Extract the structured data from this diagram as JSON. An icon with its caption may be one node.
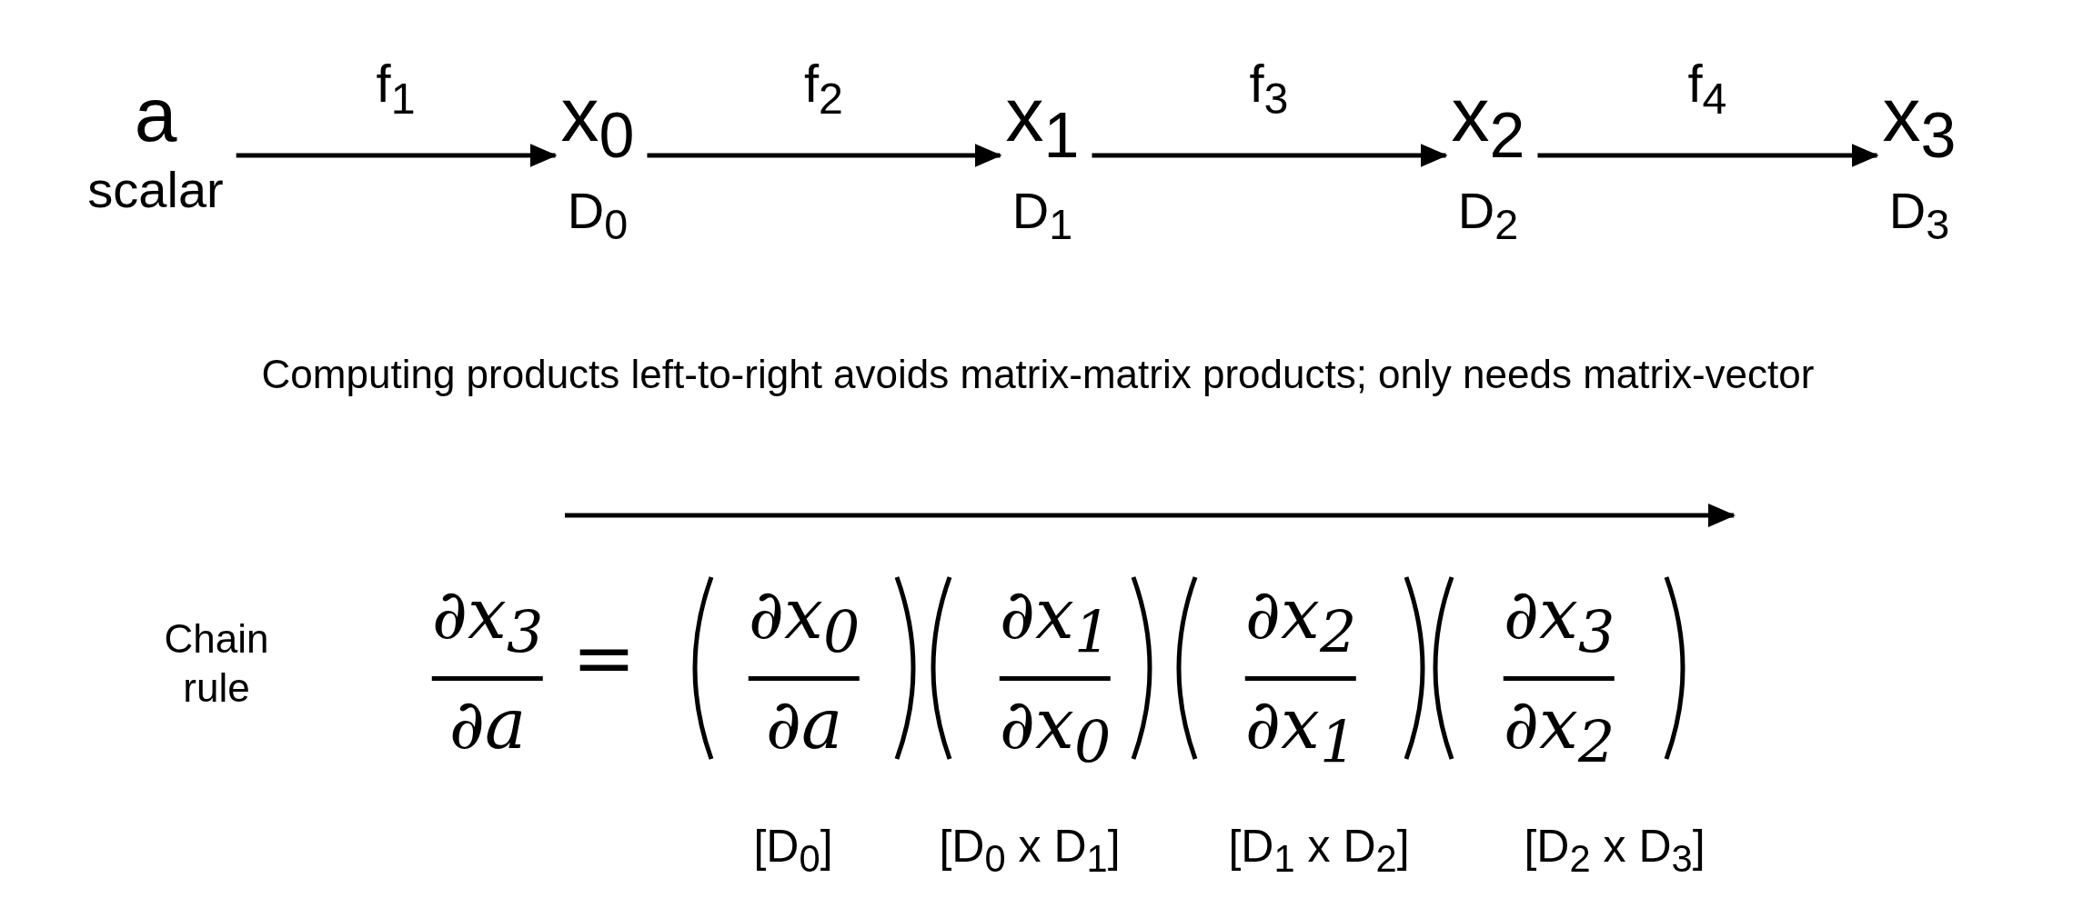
{
  "diagram": {
    "nodes": [
      {
        "text": [
          "a",
          "scalar"
        ]
      },
      {
        "text": [
          "x$_{0}$",
          "D$_{0}$"
        ]
      },
      {
        "text": [
          "x$_{1}$",
          "D$_{1}$"
        ]
      },
      {
        "text": [
          "x$_{2}$",
          "D$_{2}$"
        ]
      },
      {
        "text": [
          "x$_{3}$",
          "D$_{3}$"
        ]
      }
    ],
    "edges": [
      {
        "from": 0,
        "to": 1,
        "arrow": "to",
        "label": "f$_{1}$"
      },
      {
        "from": 1,
        "to": 2,
        "arrow": "to",
        "label": "f$_{2}$"
      },
      {
        "from": 2,
        "to": 3,
        "arrow": "to",
        "label": "f$_{3}$"
      },
      {
        "from": 3,
        "to": 4,
        "arrow": "to",
        "label": "f$_{4}$"
      }
    ],
    "labels": [
      "Computing products left-to-right avoids matrix-matrix products; only needs matrix-vector",
      "Chain rule",
      "∂x$_{3}$",
      "∂a",
      "=",
      "∂x$_{0}$",
      "∂a",
      "∂x$_{1}$",
      "∂x$_{0}$",
      "∂x$_{2}$",
      "∂x$_{1}$",
      "∂x$_{3}$",
      "∂x$_{2}$",
      "[D$_{0}$]",
      "[D$_{0}$ x D$_{1}$]",
      "[D$_{1}$ x D$_{2}$]",
      "[D$_{2}$ x D$_{3}$]"
    ]
  }
}
